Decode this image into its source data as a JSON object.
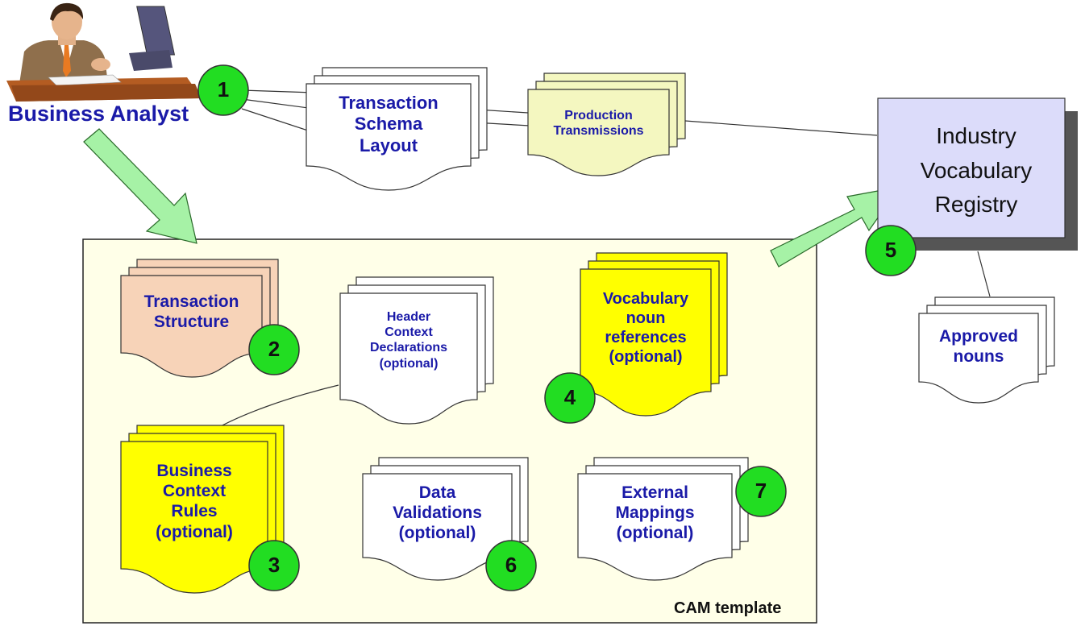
{
  "actor": {
    "label": "Business Analyst",
    "icon": "business-analyst-icon"
  },
  "registry": {
    "label": "Industry\nVocabulary\nRegistry"
  },
  "container": {
    "label": "CAM template"
  },
  "documents": {
    "transaction_schema": "Transaction\nSchema\nLayout",
    "production": "Production\nTransmissions",
    "transaction_structure": "Transaction\nStructure",
    "header_context": "Header\nContext\nDeclarations\n(optional)",
    "vocabulary_refs": "Vocabulary\nnoun\nreferences\n(optional)",
    "approved_nouns": "Approved\nnouns",
    "business_rules": "Business\nContext\nRules\n(optional)",
    "data_validations": "Data\nValidations\n(optional)",
    "external_mappings": "External\nMappings\n(optional)"
  },
  "badges": [
    "1",
    "2",
    "3",
    "4",
    "5",
    "6",
    "7"
  ],
  "colors": {
    "container_fill": "#ffffe8",
    "badge_green": "#22dd22",
    "label_blue": "#1a1aa8",
    "doc_white": "#ffffff",
    "doc_pale_yellow": "#f4f7c0",
    "doc_salmon": "#f7d3b8",
    "doc_yellow": "#ffff00",
    "registry_fill": "#dcdcfa",
    "arrow_green": "#a6f2a6"
  }
}
